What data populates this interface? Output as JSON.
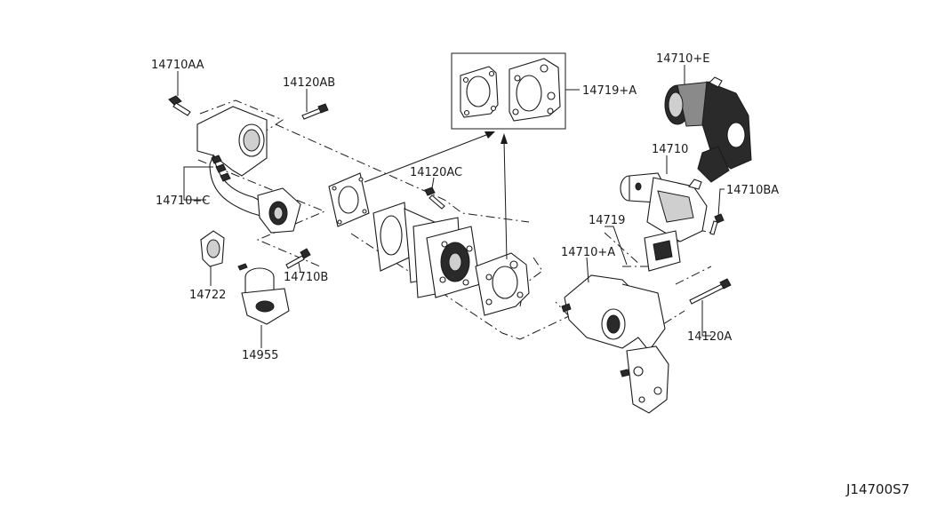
{
  "labels": {
    "p14710AA": "14710AA",
    "p14120AB": "14120AB",
    "p14710C": "14710+C",
    "p14722": "14722",
    "p14710B": "14710B",
    "p14955": "14955",
    "p14120AC": "14120AC",
    "p14719A": "14719+A",
    "p14710E": "14710+E",
    "p14710": "14710",
    "p14710BA": "14710BA",
    "p14719": "14719",
    "p14710A": "14710+A",
    "p14120A": "14120A"
  },
  "diagram_code": "J14700S7"
}
